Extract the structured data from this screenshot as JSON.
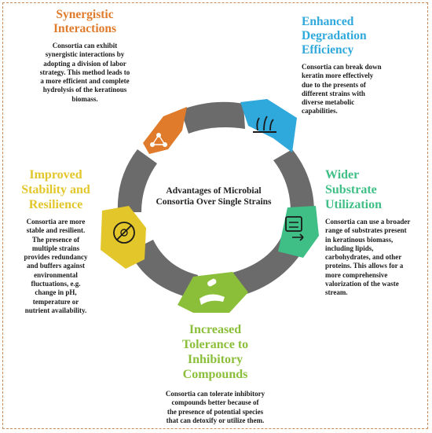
{
  "center_title": "Advantages of Microbial Consortia Over Single Strains",
  "colors": {
    "ring": "#6b6b6b",
    "synergy": "#e07b2b",
    "degradation": "#2fa8dc",
    "substrate": "#3fbf86",
    "tolerance": "#8bbf3a",
    "stability": "#e2c62a",
    "border": "#c98a5a"
  },
  "sections": {
    "synergy": {
      "title": [
        "Synergistic",
        "Interactions"
      ],
      "body": [
        "Consortia can exhibit",
        "synergistic interactions by",
        "adopting a division of labor",
        "strategy. This method leads to",
        "a more efficient  and complete",
        "hydrolysis of the keratinous",
        "biomass."
      ],
      "icon": "people-network-icon"
    },
    "degradation": {
      "title": [
        "Enhanced",
        "Degradation",
        "Efficiency"
      ],
      "body": [
        "Consortia can break down",
        "keratin more effectively",
        "due to the presents of",
        "different strains with",
        "diverse metabolic",
        "capabilities."
      ],
      "icon": "hair-follicle-icon"
    },
    "substrate": {
      "title": [
        "Wider",
        "Substrate",
        "Utilization"
      ],
      "body": [
        "Consortia can use a broader",
        "range of substrates present",
        "in keratinous biomass,",
        "including lipids,",
        "carbohydrates, and other",
        "proteins. This allows for a",
        "more comprehensive",
        "valorization of the waste",
        "stream."
      ],
      "icon": "calculator-arrows-icon"
    },
    "tolerance": {
      "title": [
        "Increased",
        "Tolerance to",
        "Inhibitory",
        "Compounds"
      ],
      "body": [
        "Consortia can tolerate inhibitory",
        "compounds better because of",
        "the presence of potential species",
        "that can detoxify or utilize them."
      ],
      "icon": "hand-pill-icon"
    },
    "stability": {
      "title": [
        "Improved",
        "Stability and",
        "Resilience"
      ],
      "body": [
        "Consortia are more",
        "stable and resilient.",
        "The presence of",
        "multiple strains",
        "provides redundancy",
        "and buffers against",
        "environmental",
        "fluctuations, e.g.",
        "change in pH,",
        "temperature or",
        "nutrient availability."
      ],
      "icon": "no-bacteria-icon"
    }
  }
}
